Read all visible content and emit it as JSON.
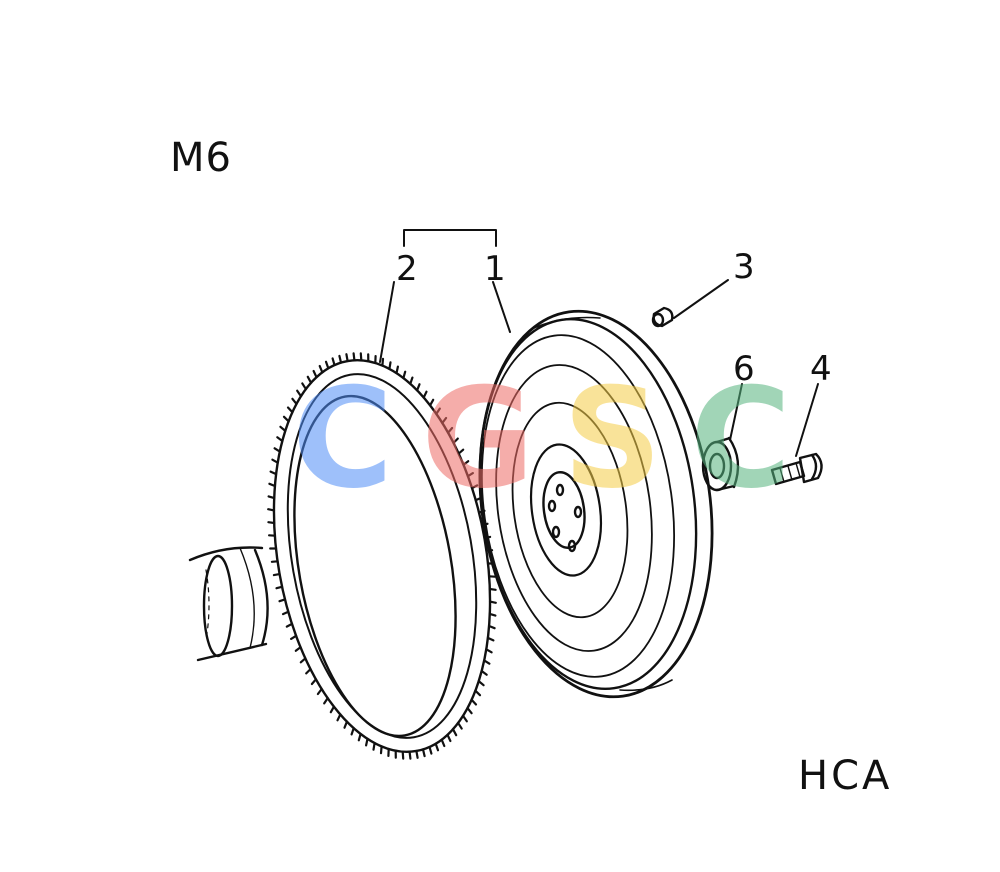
{
  "diagram": {
    "model_label": "M6",
    "code_label": "HCA",
    "callouts": [
      "2",
      "1",
      "3",
      "6",
      "4"
    ],
    "watermark": {
      "letters": [
        "C",
        "G",
        "S",
        "C"
      ],
      "colors": [
        "#4f8ef7",
        "#ee6b66",
        "#f5cd47",
        "#55b37e"
      ]
    },
    "ink_color": "#111111"
  }
}
